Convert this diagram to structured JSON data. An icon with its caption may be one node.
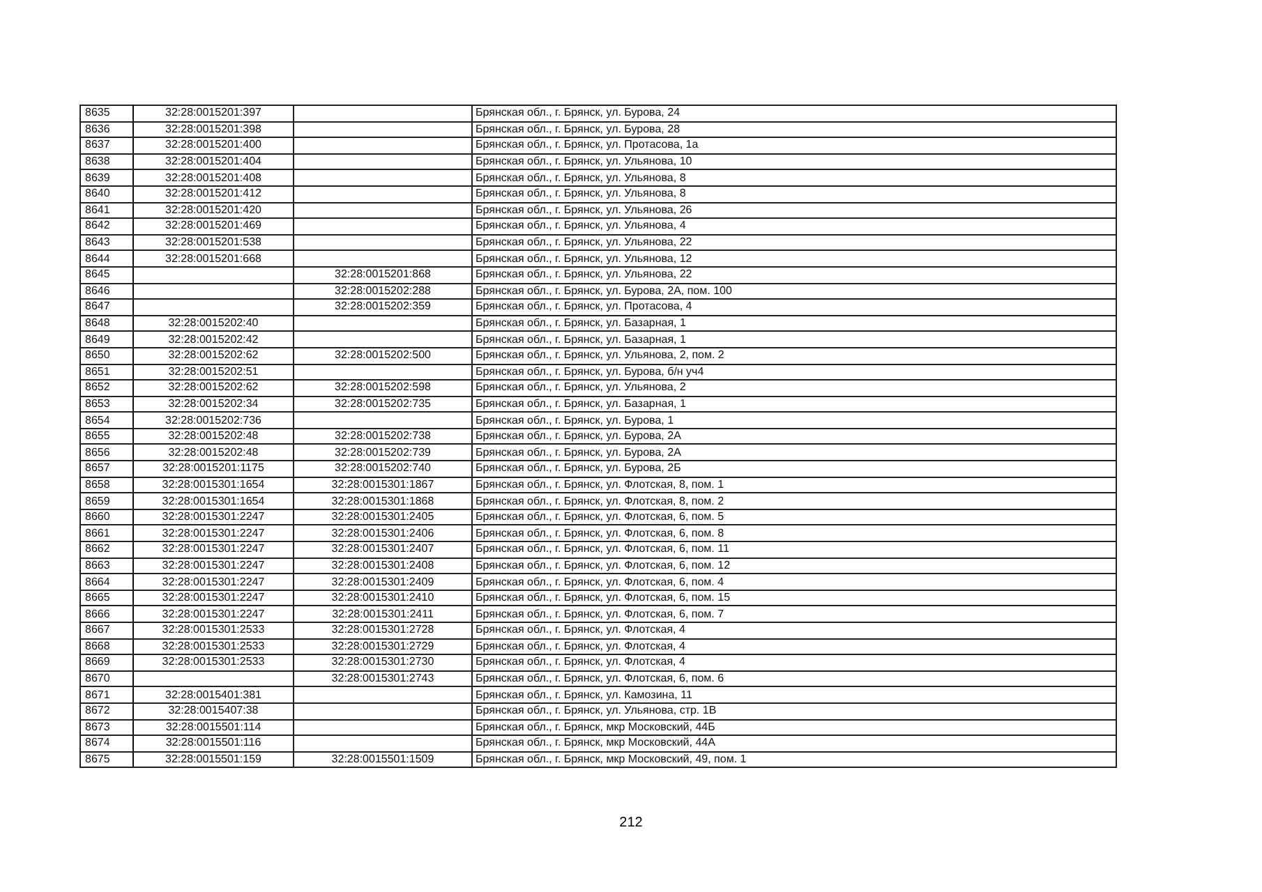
{
  "diagram": {
    "labels": [
      "8635",
      "32:28:0015201:397",
      "Брянская обл., г. Брянск, ул. Бурова, 24",
      "8636",
      "32:28:0015201:398",
      "Брянская обл., г. Брянск, ул. Бурова, 28",
      "8637",
      "32:28:0015201:400",
      "Брянская обл., г. Брянск, ул. Протасова, 1а",
      "8638",
      "32:28:0015201:404",
      "Брянская обл., г. Брянск, ул. Ульянова, 10",
      "8639",
      "32:28:0015201:408",
      "Брянская обл., г. Брянск, ул. Ульянова, 8",
      "8640",
      "32:28:0015201:412",
      "Брянская обл., г. Брянск, ул. Ульянова, 8",
      "8641",
      "32:28:0015201:420",
      "Брянская обл., г. Брянск, ул. Ульянова, 26",
      "8642",
      "32:28:0015201:469",
      "Брянская обл., г. Брянск, ул. Ульянова, 4",
      "8643",
      "32:28:0015201:538",
      "Брянская обл., г. Брянск, ул. Ульянова, 22",
      "8644",
      "32:28:0015201:668",
      "Брянская обл., г. Брянск, ул. Ульянова, 12",
      "8645",
      "32:28:0015201:868",
      "Брянская обл., г. Брянск, ул. Ульянова, 22",
      "8646",
      "32:28:0015202:288",
      "Брянская обл., г. Брянск, ул. Бурова, 2А, пом. 100",
      "8647",
      "32:28:0015202:359",
      "Брянская обл., г. Брянск, ул. Протасова, 4",
      "8648",
      "32:28:0015202:40",
      "Брянская обл., г. Брянск, ул. Базарная, 1",
      "8649",
      "32:28:0015202:42",
      "Брянская обл., г. Брянск, ул. Базарная, 1",
      "8650",
      "32:28:0015202:62",
      "32:28:0015202:500",
      "Брянская обл., г. Брянск, ул. Ульянова, 2, пом. 2",
      "8651",
      "32:28:0015202:51",
      "Брянская обл., г. Брянск, ул. Бурова, б/н уч4",
      "8652",
      "32:28:0015202:62",
      "32:28:0015202:598",
      "Брянская обл., г. Брянск, ул. Ульянова, 2",
      "8653",
      "32:28:0015202:34",
      "32:28:0015202:735",
      "Брянская обл., г. Брянск, ул. Базарная, 1",
      "8654",
      "32:28:0015202:736",
      "Брянская обл., г. Брянск, ул. Бурова, 1",
      "8655",
      "32:28:0015202:48",
      "32:28:0015202:738",
      "Брянская обл., г. Брянск, ул. Бурова, 2А",
      "8656",
      "32:28:0015202:48",
      "32:28:0015202:739",
      "Брянская обл., г. Брянск, ул. Бурова, 2А",
      "8657",
      "32:28:0015201:1175",
      "32:28:0015202:740",
      "Брянская обл., г. Брянск, ул. Бурова, 2Б",
      "8658",
      "32:28:0015301:1654",
      "32:28:0015301:1867",
      "Брянская обл., г. Брянск, ул. Флотская, 8, пом. 1",
      "8659",
      "32:28:0015301:1654",
      "32:28:0015301:1868",
      "Брянская обл., г. Брянск, ул. Флотская, 8, пом. 2",
      "8660",
      "32:28:0015301:2247",
      "32:28:0015301:2405",
      "Брянская обл., г. Брянск, ул. Флотская, 6, пом. 5",
      "8661",
      "32:28:0015301:2247",
      "32:28:0015301:2406",
      "Брянская обл., г. Брянск, ул. Флотская, 6, пом. 8",
      "8662",
      "32:28:0015301:2247",
      "32:28:0015301:2407",
      "Брянская обл., г. Брянск, ул. Флотская, 6, пом. 11",
      "8663",
      "32:28:0015301:2247",
      "32:28:0015301:2408",
      "Брянская обл., г. Брянск, ул. Флотская, 6, пом. 12",
      "8664",
      "32:28:0015301:2247",
      "32:28:0015301:2409",
      "Брянская обл., г. Брянск, ул. Флотская, 6, пом. 4",
      "8665",
      "32:28:0015301:2247",
      "32:28:0015301:2410",
      "Брянская обл., г. Брянск, ул. Флотская, 6, пом. 15",
      "8666",
      "32:28:0015301:2247",
      "32:28:0015301:2411",
      "Брянская обл., г. Брянск, ул. Флотская, 6, пом. 7",
      "8667",
      "32:28:0015301:2533",
      "32:28:0015301:2728",
      "Брянская обл., г. Брянск, ул. Флотская, 4",
      "8668",
      "32:28:0015301:2533",
      "32:28:0015301:2729",
      "Брянская обл., г. Брянск, ул. Флотская, 4",
      "8669",
      "32:28:0015301:2533",
      "32:28:0015301:2730",
      "Брянская обл., г. Брянск, ул. Флотская, 4",
      "8670",
      "32:28:0015301:2743",
      "Брянская обл., г. Брянск, ул. Флотская, 6, пом. 6",
      "8671",
      "32:28:0015401:381",
      "Брянская обл., г. Брянск, ул. Камозина, 11",
      "8672",
      "32:28:0015407:38",
      "Брянская обл., г. Брянск, ул. Ульянова, стр. 1В",
      "8673",
      "32:28:0015501:114",
      "Брянская обл., г. Брянск, мкр Московский, 44Б",
      "8674",
      "32:28:0015501:116",
      "Брянская обл., г. Брянск, мкр Московский, 44А",
      "8675",
      "32:28:0015501:159",
      "32:28:0015501:1509",
      "Брянская обл., г. Брянск, мкр Московский, 49, пом. 1",
      "212"
    ]
  }
}
